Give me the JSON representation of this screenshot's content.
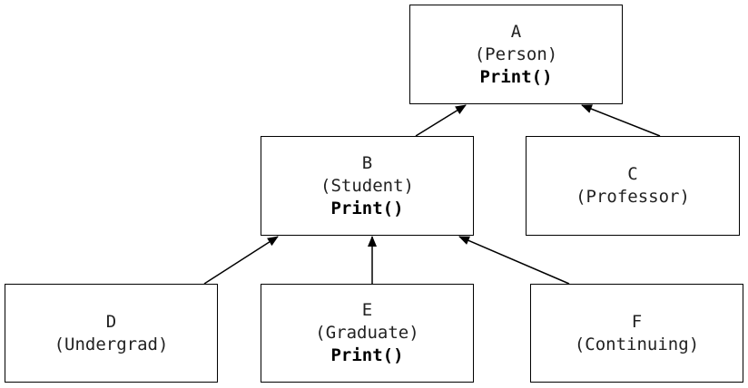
{
  "diagram": {
    "type": "class-inheritance",
    "nodes": [
      {
        "id": "A",
        "letter": "A",
        "class_name": "(Person)",
        "method": "Print()"
      },
      {
        "id": "B",
        "letter": "B",
        "class_name": "(Student)",
        "method": "Print()"
      },
      {
        "id": "C",
        "letter": "C",
        "class_name": "(Professor)",
        "method": null
      },
      {
        "id": "D",
        "letter": "D",
        "class_name": "(Undergrad)",
        "method": null
      },
      {
        "id": "E",
        "letter": "E",
        "class_name": "(Graduate)",
        "method": "Print()"
      },
      {
        "id": "F",
        "letter": "F",
        "class_name": "(Continuing)",
        "method": null
      }
    ],
    "edges": [
      {
        "from": "B",
        "to": "A"
      },
      {
        "from": "C",
        "to": "A"
      },
      {
        "from": "D",
        "to": "B"
      },
      {
        "from": "E",
        "to": "B"
      },
      {
        "from": "F",
        "to": "B"
      }
    ]
  }
}
